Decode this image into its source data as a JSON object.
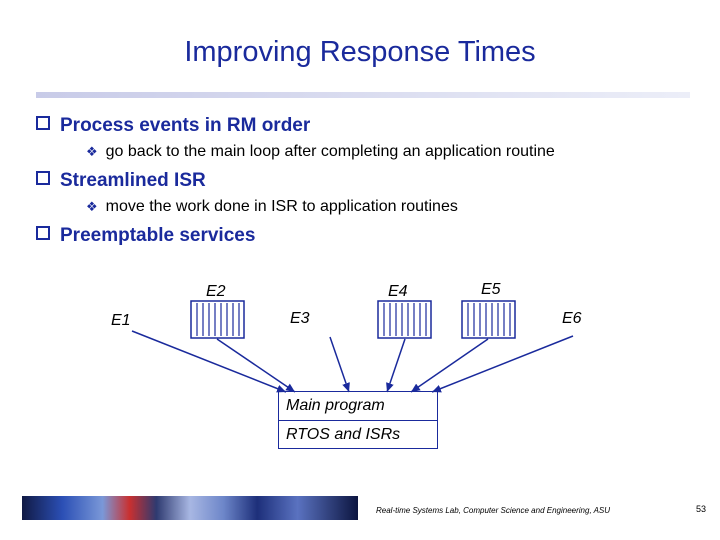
{
  "slide": {
    "title": "Improving Response Times",
    "bullets": [
      {
        "text": "Process events in RM order",
        "sub": "go back to the main loop after completing an application routine"
      },
      {
        "text": "Streamlined ISR",
        "sub": "move the work done in ISR to application routines"
      },
      {
        "text": "Preemptable services",
        "sub": ""
      }
    ],
    "icons": {
      "bullet": "hollow-square-bullet-icon",
      "sub_bullet": "diamond-bullet-icon"
    }
  },
  "diagram": {
    "event_labels": [
      "E1",
      "E2",
      "E3",
      "E4",
      "E5",
      "E6"
    ],
    "program_box": [
      "Main program",
      "RTOS and ISRs"
    ]
  },
  "footer": {
    "text": "Real-time Systems Lab, Computer Science and Engineering, ASU",
    "page": "53"
  },
  "colors": {
    "accent": "#1a2a9c",
    "rule": "#c8cbe8"
  }
}
